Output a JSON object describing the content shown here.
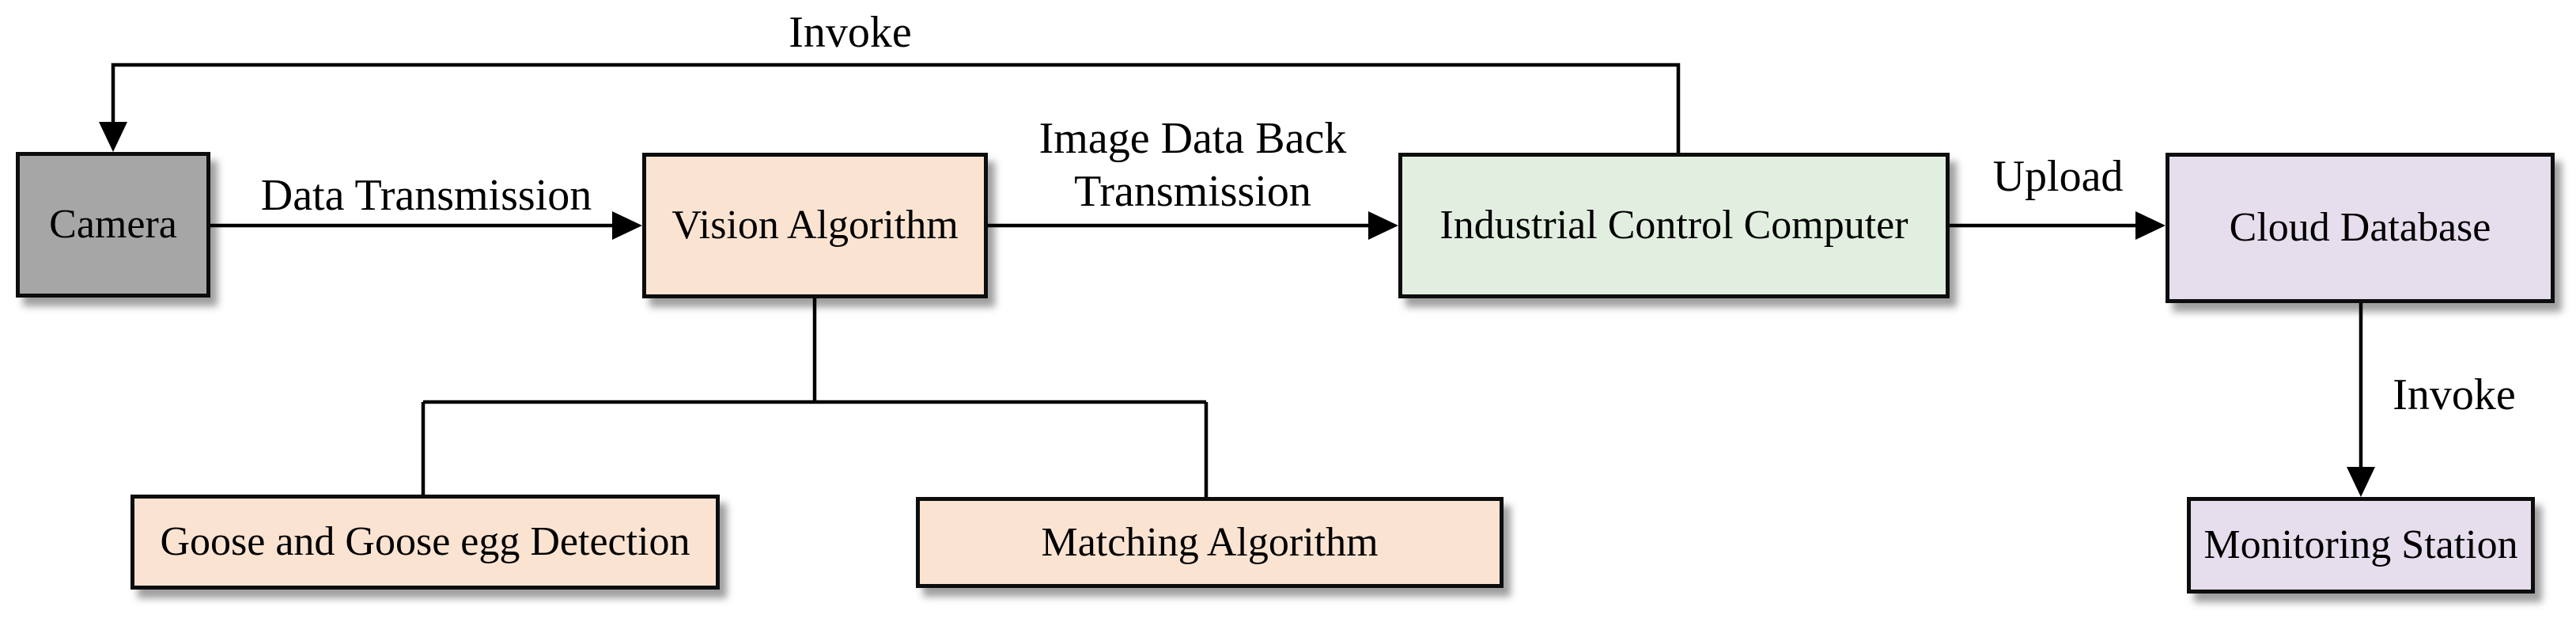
{
  "diagram": {
    "nodes": {
      "camera": {
        "label": "Camera",
        "fill": "#a6a6a6"
      },
      "vision": {
        "label": "Vision Algorithm",
        "fill": "#fbe3d2"
      },
      "icc": {
        "label": "Industrial Control Computer",
        "fill": "#e2efe0"
      },
      "cloud": {
        "label": "Cloud Database",
        "fill": "#e6deec"
      },
      "goose": {
        "label": "Goose and Goose egg Detection",
        "fill": "#fbe3d2"
      },
      "matching": {
        "label": "Matching Algorithm",
        "fill": "#fbe3d2"
      },
      "monitoring": {
        "label": "Monitoring Station",
        "fill": "#e6deec"
      }
    },
    "edges": {
      "invoke_top": {
        "label": "Invoke",
        "from": "icc",
        "to": "camera"
      },
      "data_transmission": {
        "label": "Data Transmission",
        "from": "camera",
        "to": "vision"
      },
      "image_back": {
        "label_line1": "Image Data Back",
        "label_line2": "Transmission",
        "from": "vision",
        "to": "icc"
      },
      "upload": {
        "label": "Upload",
        "from": "icc",
        "to": "cloud"
      },
      "invoke_right": {
        "label": "Invoke",
        "from": "cloud",
        "to": "monitoring"
      },
      "vision_branch": {
        "label": "",
        "from": "vision",
        "to": "goose, matching"
      }
    },
    "colors": {
      "line": "#000000",
      "border": "#0d0d0d",
      "background": "#ffffff",
      "text": "#000000"
    }
  }
}
